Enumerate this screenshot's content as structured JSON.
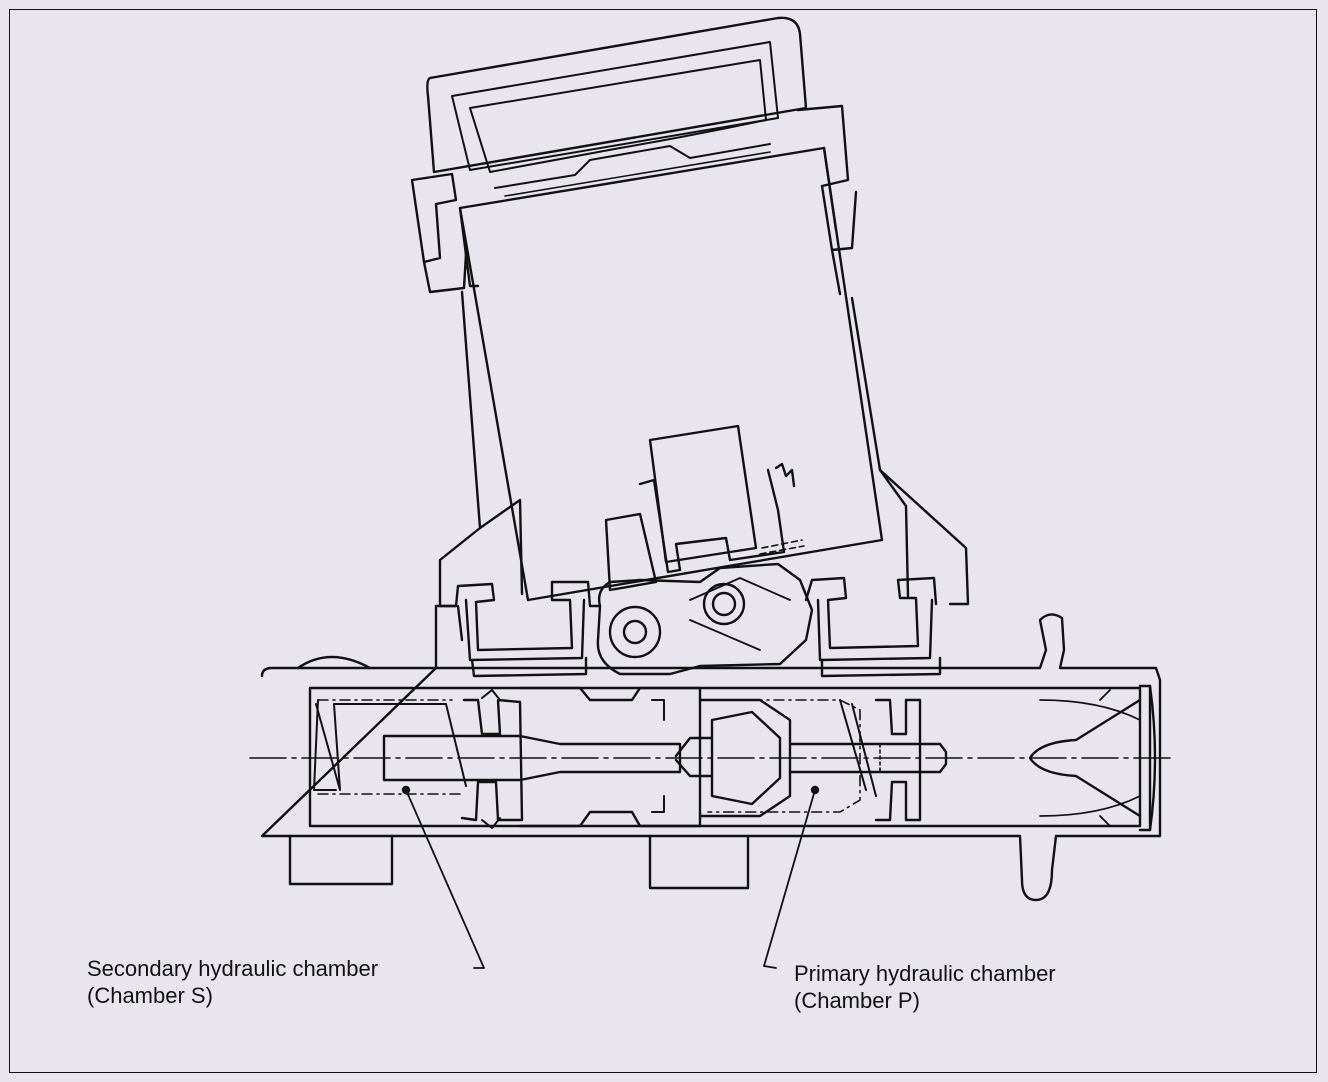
{
  "diagram": {
    "labels": {
      "secondary": {
        "line1": "Secondary hydraulic chamber",
        "line2": "(Chamber S)"
      },
      "primary": {
        "line1": "Primary hydraulic chamber",
        "line2": "(Chamber P)"
      }
    },
    "colors": {
      "background": "#e8e5ef",
      "ink": "#111111"
    }
  }
}
